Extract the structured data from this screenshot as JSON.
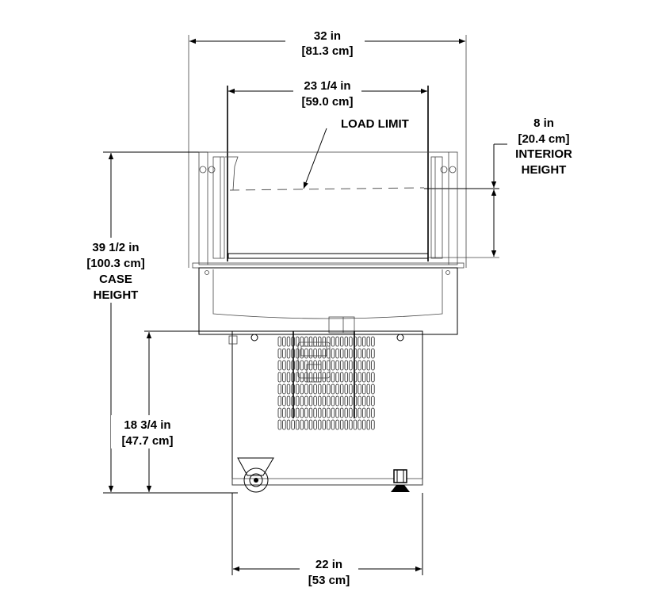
{
  "dimensions": {
    "overall_width": {
      "imperial": "32 in",
      "metric": "[81.3 cm]"
    },
    "interior_width": {
      "imperial": "23 1/4 in",
      "metric": "[59.0 cm]"
    },
    "load_limit": {
      "label": "LOAD LIMIT"
    },
    "interior_height": {
      "imperial": "8 in",
      "metric": "[20.4 cm]",
      "label1": "INTERIOR",
      "label2": "HEIGHT"
    },
    "case_height": {
      "imperial": "39 1/2 in",
      "metric": "[100.3 cm]",
      "label1": "CASE",
      "label2": "HEIGHT"
    },
    "base_height": {
      "imperial": "18 3/4 in",
      "metric": "[47.7 cm]"
    },
    "base_width": {
      "imperial": "22 in",
      "metric": "[53 cm]"
    }
  }
}
